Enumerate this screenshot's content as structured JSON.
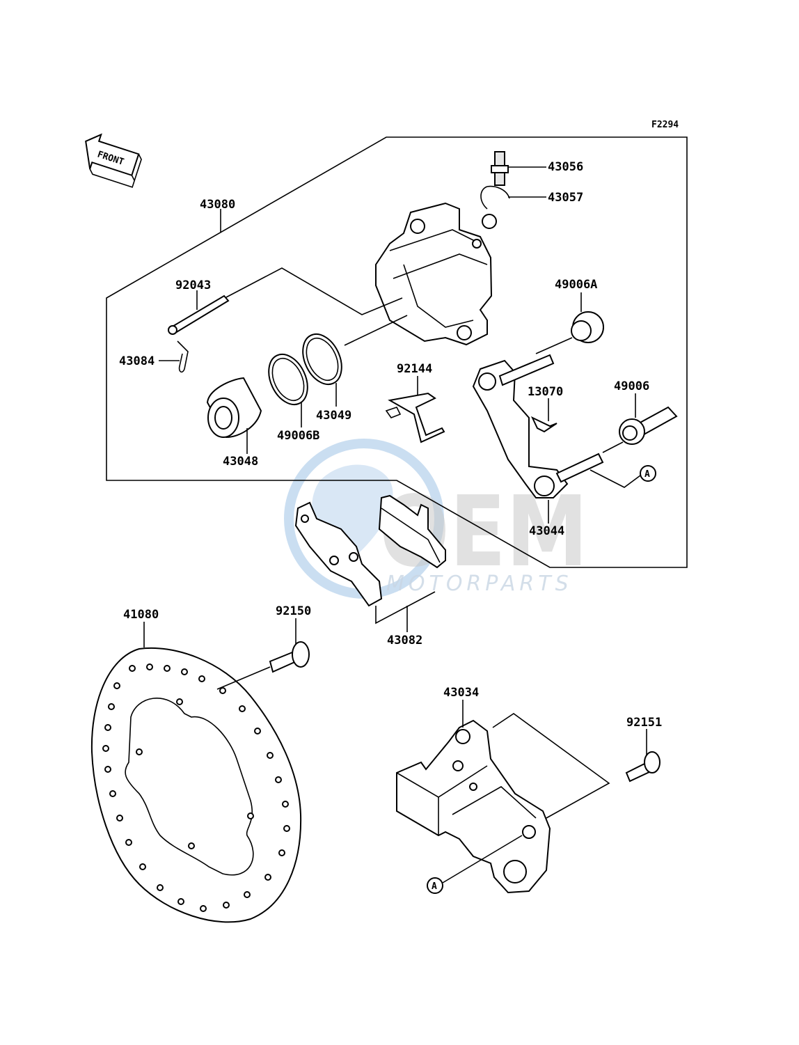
{
  "figure_code": "F2294",
  "front_label": "FRONT",
  "callout_ref": "A",
  "watermark": {
    "brand": "OEM",
    "sub": "MOTORPARTS"
  },
  "parts": {
    "p43080": "43080",
    "p43056": "43056",
    "p43057": "43057",
    "p92043": "92043",
    "p43084": "43084",
    "p43048": "43048",
    "p49006B": "49006B",
    "p43049": "43049",
    "p92144": "92144",
    "p49006A": "49006A",
    "p13070": "13070",
    "p49006": "49006",
    "p43044": "43044",
    "p41080": "41080",
    "p92150": "92150",
    "p43082": "43082",
    "p43034": "43034",
    "p92151": "92151"
  },
  "colors": {
    "line": "#000000",
    "watermark_blue": "#9fc2e6",
    "watermark_gray": "#c9c9c9"
  }
}
